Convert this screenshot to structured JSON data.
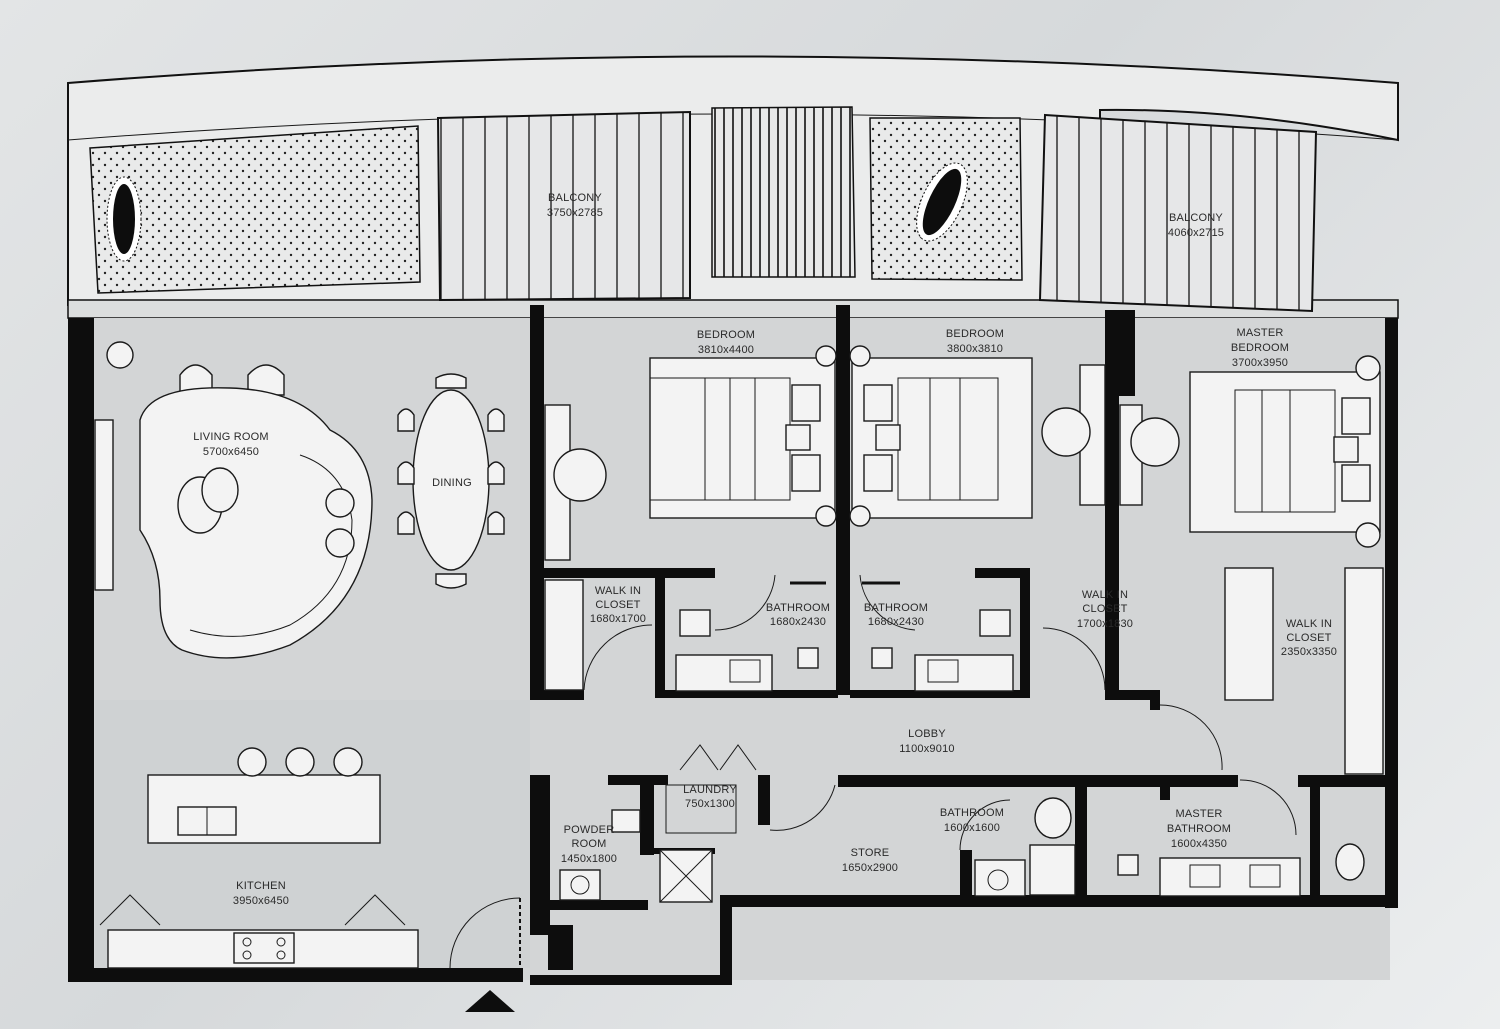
{
  "rooms": [
    {
      "id": "balcony-1",
      "name": "BALCONY",
      "dims": "3750x2785"
    },
    {
      "id": "balcony-2",
      "name": "BALCONY",
      "dims": "4060x2715"
    },
    {
      "id": "bedroom-1",
      "name": "BEDROOM",
      "dims": "3810x4400"
    },
    {
      "id": "bedroom-2",
      "name": "BEDROOM",
      "dims": "3800x3810"
    },
    {
      "id": "master-bedroom",
      "name": "MASTER",
      "name2": "BEDROOM",
      "dims": "3700x3950"
    },
    {
      "id": "living-room",
      "name": "LIVING ROOM",
      "dims": "5700x6450"
    },
    {
      "id": "dining",
      "name": "DINING"
    },
    {
      "id": "walk-in-closet-1",
      "name": "WALK IN",
      "name2": "CLOSET",
      "dims": "1680x1700"
    },
    {
      "id": "bathroom-1",
      "name": "BATHROOM",
      "dims": "1680x2430"
    },
    {
      "id": "bathroom-2",
      "name": "BATHROOM",
      "dims": "1680x2430"
    },
    {
      "id": "walk-in-closet-2",
      "name": "WALK IN",
      "name2": "CLOSET",
      "dims": "1700x1830"
    },
    {
      "id": "walk-in-closet-3",
      "name": "WALK IN",
      "name2": "CLOSET",
      "dims": "2350x3350"
    },
    {
      "id": "lobby",
      "name": "LOBBY",
      "dims": "1100x9010"
    },
    {
      "id": "laundry",
      "name": "LAUNDRY",
      "dims": "750x1300"
    },
    {
      "id": "powder-room",
      "name": "POWDER",
      "name2": "ROOM",
      "dims": "1450x1800"
    },
    {
      "id": "bathroom-3",
      "name": "BATHROOM",
      "dims": "1600x1600"
    },
    {
      "id": "store",
      "name": "STORE",
      "dims": "1650x2900"
    },
    {
      "id": "master-bathroom",
      "name": "MASTER",
      "name2": "BATHROOM",
      "dims": "1600x4350"
    },
    {
      "id": "kitchen",
      "name": "KITCHEN",
      "dims": "3950x6450"
    }
  ],
  "icons": {
    "entrance": "entrance-arrow-icon"
  },
  "colors": {
    "background": "#dfe2e3",
    "floor": "#d4d6d7",
    "wall": "#0d0d0d",
    "furniture": "#f3f3f3",
    "balcony": "#e4e5e6"
  }
}
